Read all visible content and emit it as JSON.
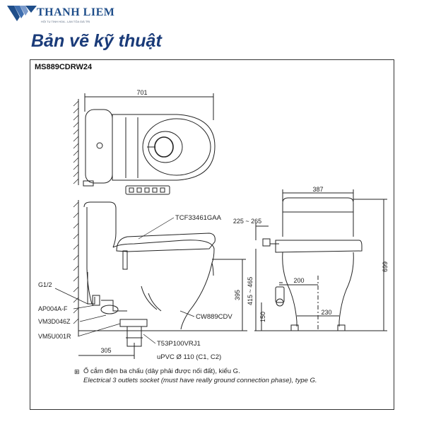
{
  "brand": {
    "name": "THANH LIEM",
    "tagline": "HỘI TỤ TINH HOA - LAN TỎA GIÁ TRỊ"
  },
  "title": "Bản vẽ kỹ thuật",
  "model": "MS889CDRW24",
  "dimensions": {
    "width_top": "701",
    "width_side": "387",
    "supply_range": "225 ~ 265",
    "height_total": "699",
    "seat_height": "395",
    "height_range": "415 ~ 465",
    "supply_offset": "200",
    "height_low": "150",
    "drain_center": "230",
    "rough_in": "305"
  },
  "parts": {
    "seat": "TCF33461GAA",
    "supply_thread": "G1/2",
    "valve": "AP004A-F",
    "connector": "VM3D046Z",
    "flange": "VM5U001R",
    "bowl": "CW889CDV",
    "adapter": "T53P100VRJ1",
    "drain_pipe": "uPVC Ø 110 (C1, C2)"
  },
  "note": {
    "symbol": "⊞",
    "vi": "Ổ cắm điện ba chấu (dây phải được nối đất), kiểu G.",
    "en": "Electrical 3 outlets socket (must have really ground connection phase), type G."
  },
  "colors": {
    "brand": "#1f4e8a",
    "title": "#1a3b79",
    "line": "#222222"
  }
}
